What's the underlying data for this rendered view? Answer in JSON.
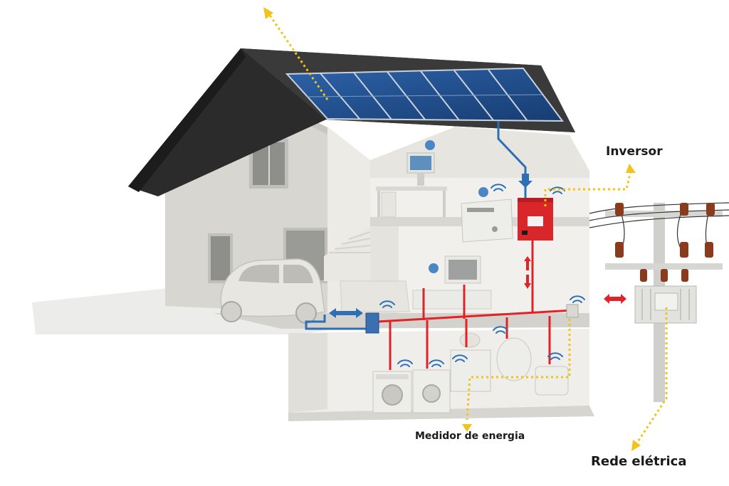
{
  "labels": {
    "inversor": "Inversor",
    "medidor": "Medidor de energia",
    "rede": "Rede elétrica"
  },
  "colors": {
    "dc_line": "#2d6fb5",
    "ac_line": "#e32227",
    "callout": "#f2c318",
    "inverter": "#d8262b",
    "roof": "#2b2b2b",
    "solar_panel": "#1f4f8f",
    "house_wall": "#e2e1dc"
  }
}
